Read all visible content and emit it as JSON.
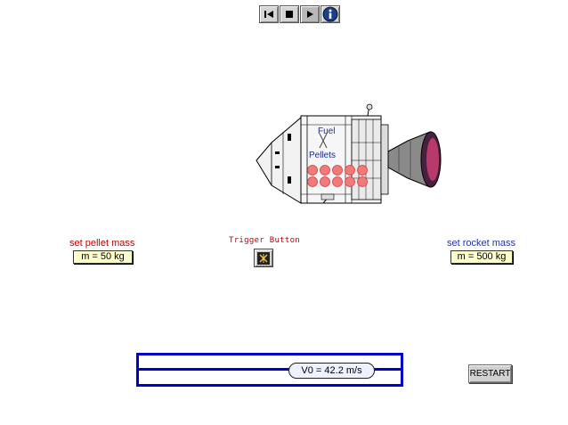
{
  "labels": {
    "pellet_mass": "set pellet mass",
    "rocket_mass": "set rocket mass",
    "trigger": "Trigger Button"
  },
  "values": {
    "pellet_mass": "m = 50 kg",
    "rocket_mass": "m = 500 kg",
    "velocity": "V0 =  42.2 m/s"
  },
  "rocket": {
    "fuel": "Fuel",
    "pellets": "Pellets"
  },
  "buttons": {
    "restart": "RESTART"
  },
  "icons": {
    "rewind": "skip-back-icon",
    "stop": "stop-icon",
    "play": "play-icon",
    "info": "info-icon"
  },
  "colors": {
    "pellet_label": "#c00000",
    "rocket_label": "#2233aa",
    "track": "#0000cc",
    "value_box": "#ffffcc"
  }
}
